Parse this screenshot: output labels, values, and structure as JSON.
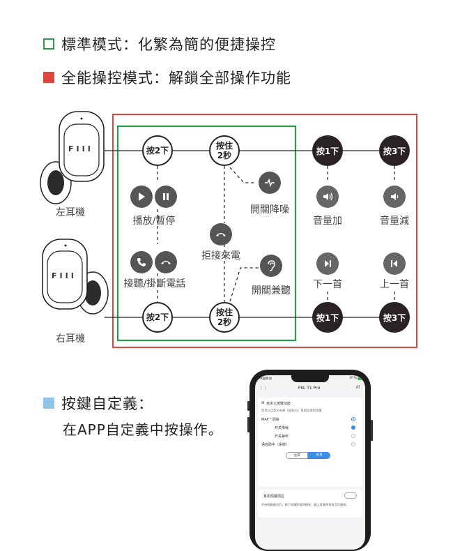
{
  "legend": {
    "standard": "標準模式：化繁為簡的便捷操控",
    "full": "全能操控模式：解鎖全部操作功能",
    "custom": "按鍵自定義：",
    "custom_desc": "在APP自定義中按操作。"
  },
  "earbuds": {
    "left": {
      "label": "左耳機",
      "brand": "FIII"
    },
    "right": {
      "label": "右耳機",
      "brand": "FIII"
    }
  },
  "buttons": {
    "left_press2": "按2下",
    "left_hold": "按住2秒",
    "left_press1": "按1下",
    "left_press3": "按3下",
    "right_press2": "按2下",
    "right_hold": "按住2秒",
    "right_press1": "按1下",
    "right_press3": "按3下"
  },
  "functions": {
    "play_pause": "播放/暫停",
    "noise_cancel": "開關降噪",
    "vol_up": "音量加",
    "vol_down": "音量減",
    "reject_call": "拒接來電",
    "answer_hangup": "接聽/掛斷電話",
    "ambient": "開關兼聽",
    "next": "下一首",
    "prev": "上一首"
  },
  "colors": {
    "standard_frame": "#2e9a4a",
    "full_frame": "#e0473c",
    "custom_accent": "#8fc5e8",
    "dark_button": "#2b2323",
    "app_accent": "#3d8de6"
  },
  "phone": {
    "carrier": "中国移动",
    "battery": "87%",
    "app_title": "FIIL T1 Pro",
    "section_title": "自定义按键功能",
    "section_hint": "您可以自定义长按（按住2s）耳机实现的功能",
    "opt_mode": "MAF™调噪",
    "opt_anc": "开关降噪",
    "opt_ambient": "开关兼听",
    "opt_assistant": "语音助手（系统）",
    "tab_left": "左耳",
    "tab_right": "右耳",
    "wear_title": "耳机佩戴感应",
    "wear_desc": "开启佩戴感应后，取下耳塞即暂停播放，戴上耳塞将恢复音乐播放。"
  }
}
